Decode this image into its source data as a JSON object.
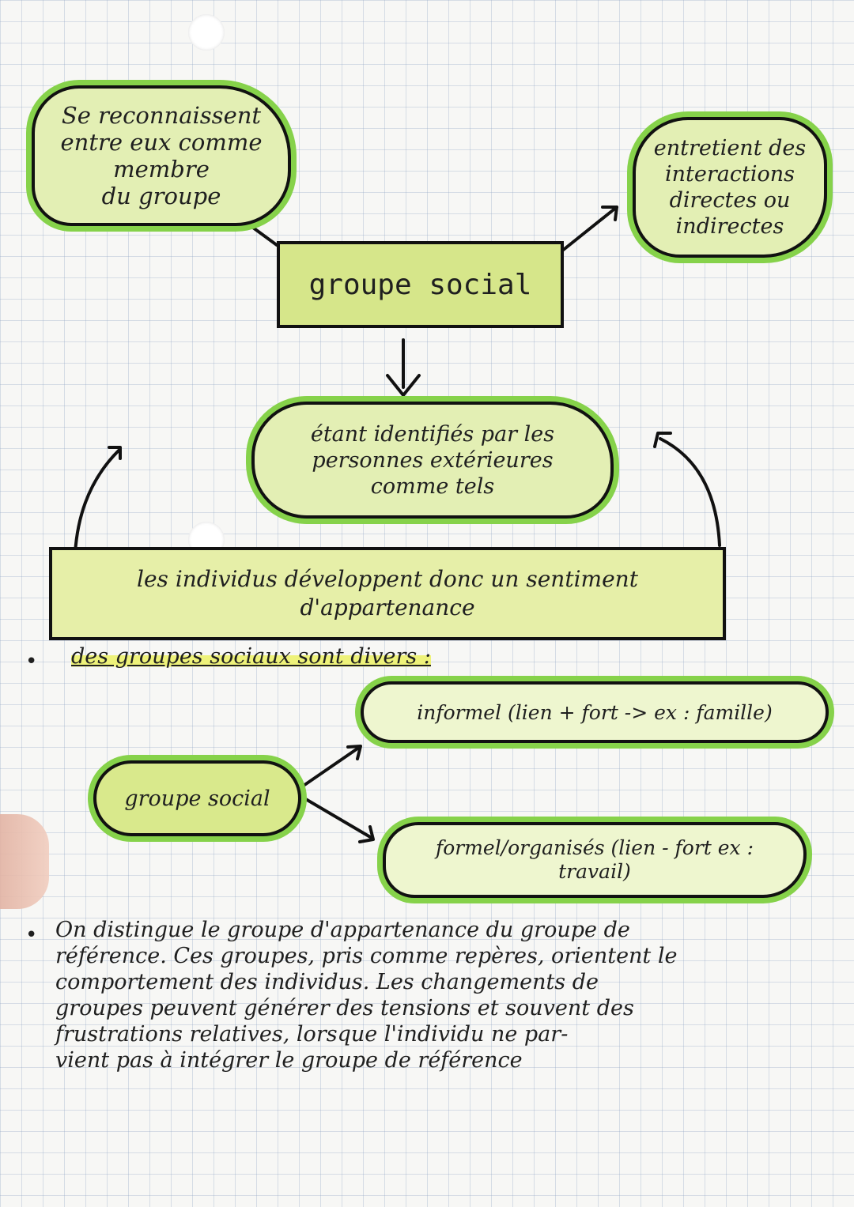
{
  "diagram": {
    "top_left": [
      "Se reconnaissent",
      "entre eux comme",
      "membre",
      "du groupe"
    ],
    "top_right": [
      "entretient des",
      "interactions",
      "directes ou",
      "indirectes"
    ],
    "center": "groupe social",
    "middle": [
      "étant identifiés par les",
      "personnes extérieures",
      "comme tels"
    ],
    "banner": [
      "les individus développent donc un sentiment",
      "d'appartenance"
    ]
  },
  "section2": {
    "heading": "des groupes sociaux sont divers :",
    "center": "groupe social",
    "informal": "informel (lien + fort -> ex : famille)",
    "formal": [
      "formel/organisés (lien - fort ex :",
      "travail)"
    ]
  },
  "paragraph": {
    "lines": [
      "On distingue le groupe d'appartenance du groupe de",
      "référence. Ces groupes, pris comme repères, orientent le",
      "comportement des individus. Les changements de",
      "groupes peuvent générer des tensions et souvent des",
      "frustrations relatives, lorsque l'individu ne par-",
      "vient pas à intégrer le groupe de référence"
    ]
  },
  "colors": {
    "accent": "#86d24a",
    "fill": "#d6e68a",
    "highlight": "#eef27a",
    "ink": "#111111"
  }
}
